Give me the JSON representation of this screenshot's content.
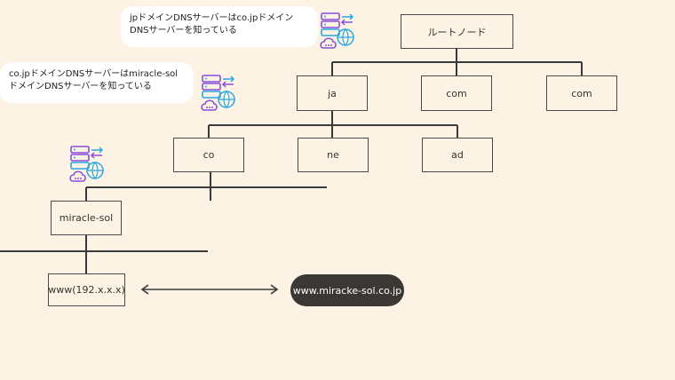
{
  "bubbles": {
    "jp": {
      "line1": "jpドメインDNSサーバーはco.jpドメイン",
      "line2": "DNSサーバーを知っている"
    },
    "cojp": {
      "line1": "co.jpドメインDNSサーバーはmiracle-sol",
      "line2": "ドメインDNSサーバーを知っている"
    }
  },
  "nodes": {
    "root": "ルートノード",
    "ja": "ja",
    "com1": "com",
    "com2": "com",
    "co": "co",
    "ne": "ne",
    "ad": "ad",
    "miracle": "miracle-sol",
    "www": "www(192.x.x.x)"
  },
  "domain_pill": "www.miracke-sol.co.jp",
  "icons": [
    "dns-server-icon",
    "dns-server-icon",
    "dns-server-icon"
  ],
  "colors": {
    "background": "#fcf3e4",
    "line": "#3a3a3a",
    "pill": "#3b3735",
    "icon_purple": "#8a4fd8",
    "icon_blue": "#2aa8e0"
  }
}
